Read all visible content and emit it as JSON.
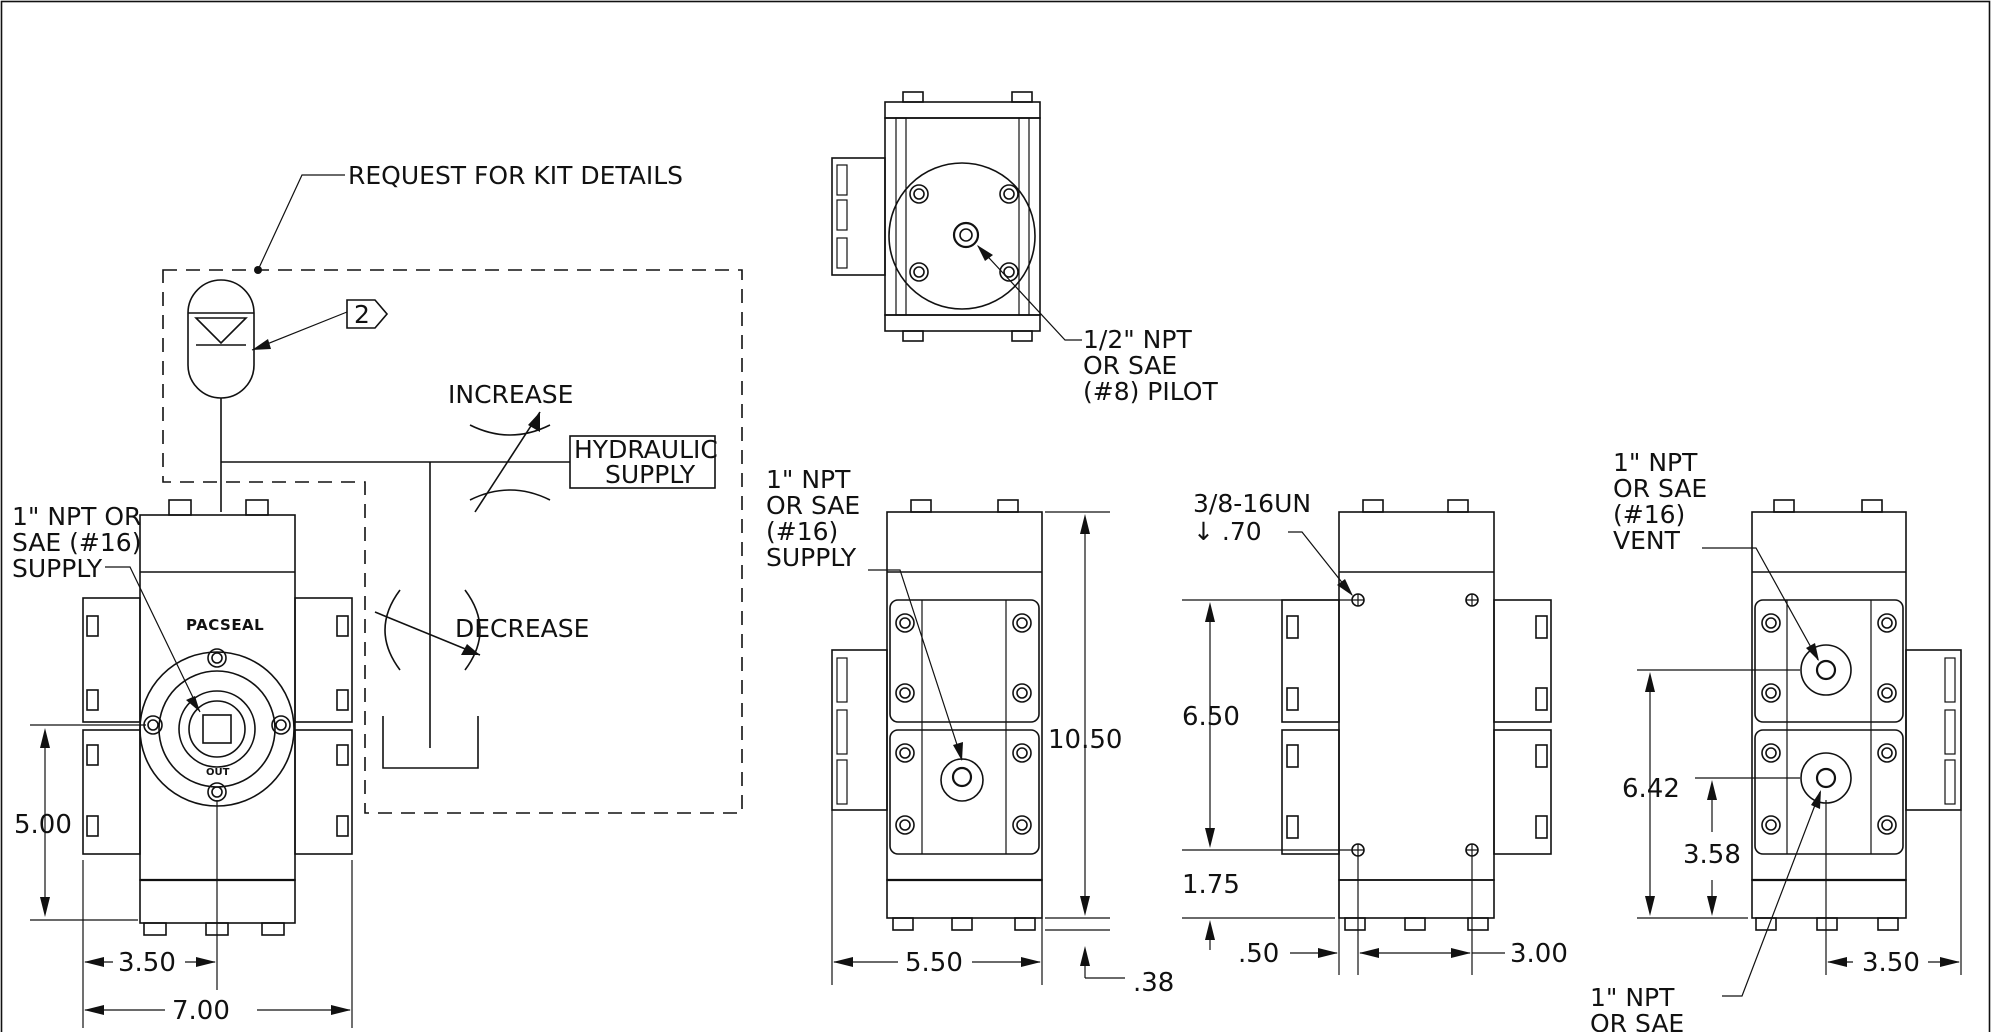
{
  "drawing": {
    "labels": {
      "request_kit": "REQUEST FOR KIT DETAILS",
      "callout_2": "2",
      "increase": "INCREASE",
      "decrease": "DECREASE",
      "hydraulic_1": "HYDRAULIC",
      "hydraulic_2": "SUPPLY",
      "supply_front_1": "1\" NPT OR",
      "supply_front_2": "SAE (#16)",
      "supply_front_3": "SUPPLY",
      "brand": "PACSEAL",
      "out": "OUT",
      "pilot_1": "1/2\" NPT",
      "pilot_2": "OR SAE",
      "pilot_3": "(#8) PILOT",
      "supply_side_1": "1\" NPT",
      "supply_side_2": "OR SAE",
      "supply_side_3": "(#16)",
      "supply_side_4": "SUPPLY",
      "thread_1": "3/8-16UN",
      "thread_2": "↓ .70",
      "vent_1": "1\" NPT",
      "vent_2": "OR SAE",
      "vent_3": "(#16)",
      "vent_4": "VENT",
      "bottom_1": "1\" NPT",
      "bottom_2": "OR SAE"
    },
    "dimensions": {
      "d_5_00": "5.00",
      "d_3_50_left": "3.50",
      "d_7_00": "7.00",
      "d_10_50": "10.50",
      "d_5_50": "5.50",
      "d_0_38": ".38",
      "d_6_50": "6.50",
      "d_1_75": "1.75",
      "d_0_50": ".50",
      "d_3_00": "3.00",
      "d_6_42": "6.42",
      "d_3_58": "3.58",
      "d_3_50_right": "3.50"
    }
  }
}
